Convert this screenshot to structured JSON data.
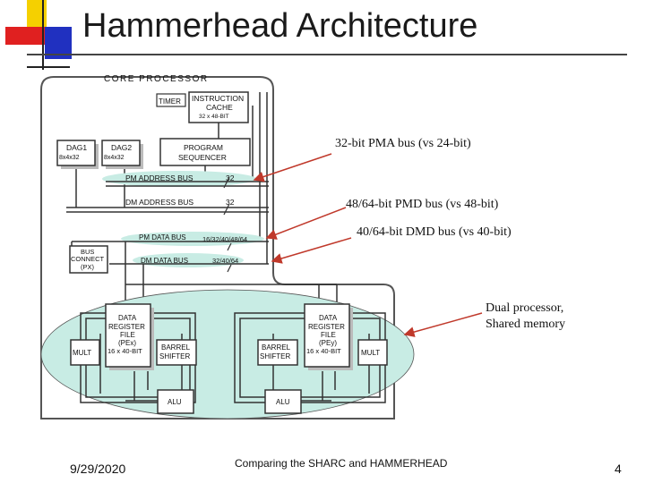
{
  "slide": {
    "title": "Hammerhead Architecture",
    "footer_date": "9/29/2020",
    "footer_center": "Comparing the SHARC and HAMMERHEAD",
    "page_number": "4",
    "accent_colors": {
      "yellow": "#f5d000",
      "red": "#e02020",
      "blue": "#2030c0",
      "highlight": "#c8ece4",
      "arrow": "#c0392b"
    }
  },
  "annotations": [
    {
      "id": "pma",
      "text": "32-bit PMA bus (vs 24-bit)"
    },
    {
      "id": "pmd",
      "text": "48/64-bit PMD bus (vs 48-bit)"
    },
    {
      "id": "dmd",
      "text": "40/64-bit DMD bus (vs 40-bit)"
    },
    {
      "id": "dual1",
      "text": "Dual processor,"
    },
    {
      "id": "dual2",
      "text": "Shared memory"
    }
  ],
  "diagram": {
    "core_label": "CORE PROCESSOR",
    "timer": "TIMER",
    "icache": [
      "INSTRUCTION",
      "CACHE",
      "32 x 48-BIT"
    ],
    "dag1": [
      "DAG1",
      "8x4x32"
    ],
    "dag2": [
      "DAG2",
      "8x4x32"
    ],
    "sequencer": [
      "PROGRAM",
      "SEQUENCER"
    ],
    "pm_address_bus": "PM ADDRESS BUS",
    "pm_address_width": "32",
    "dm_address_bus": "DM ADDRESS BUS",
    "dm_address_width": "32",
    "pm_data_bus": "PM DATA BUS",
    "pm_data_width": "16/32/40/48/64",
    "dm_data_bus": "DM DATA BUS",
    "dm_data_width": "32/40/64",
    "bus_connect": [
      "BUS",
      "CONNECT",
      "(PX)"
    ],
    "left_regfile": [
      "DATA",
      "REGISTER",
      "FILE",
      "(PEx)",
      "16 x 40-BIT"
    ],
    "right_regfile": [
      "DATA",
      "REGISTER",
      "FILE",
      "(PEy)",
      "16 x 40-BIT"
    ],
    "mult": "MULT",
    "barrel_shifter": [
      "BARREL",
      "SHIFTER"
    ],
    "alu": "ALU"
  }
}
